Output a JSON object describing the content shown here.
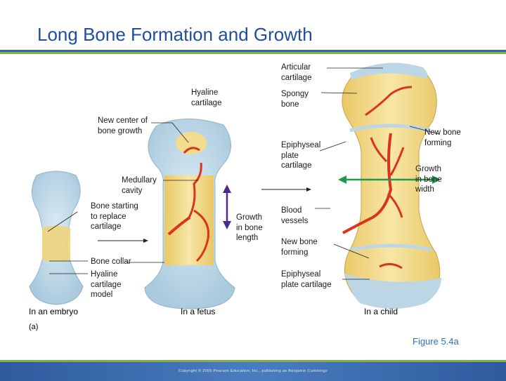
{
  "title": "Long Bone Formation and Growth",
  "labels": {
    "articular_cartilage": "Articular\ncartilage",
    "hyaline_cartilage": "Hyaline\ncartilage",
    "spongy_bone": "Spongy\nbone",
    "new_center": "New center of\nbone growth",
    "new_bone_forming_top": "New bone\nforming",
    "epiphyseal_plate": "Epiphyseal\nplate\ncartilage",
    "growth_width": "Growth\nin bone\nwidth",
    "medullary_cavity": "Medullary\ncavity",
    "bone_starting": "Bone starting\nto replace\ncartilage",
    "growth_length": "Growth\nin bone\nlength",
    "blood_vessels": "Blood\nvessels",
    "new_bone_forming_bottom": "New bone\nforming",
    "bone_collar": "Bone collar",
    "hyaline_model": "Hyaline\ncartilage\nmodel",
    "epiphyseal_plate_cartilage": "Epiphyseal\nplate cartilage"
  },
  "captions": {
    "embryo": "In an embryo",
    "fetus": "In a fetus",
    "child": "In a child",
    "panel": "(a)"
  },
  "figure": "Figure 5.4a",
  "copyright": "Copyright © 2009 Pearson Education, Inc., publishing as Benjamin Cummings",
  "colors": {
    "title": "#1f4e9c",
    "cartilage": "#bcd6e6",
    "bone": "#f3dc8c",
    "vessel": "#d9351c",
    "arrow_purple": "#4b2a8c",
    "arrow_green": "#1f9a4a"
  }
}
